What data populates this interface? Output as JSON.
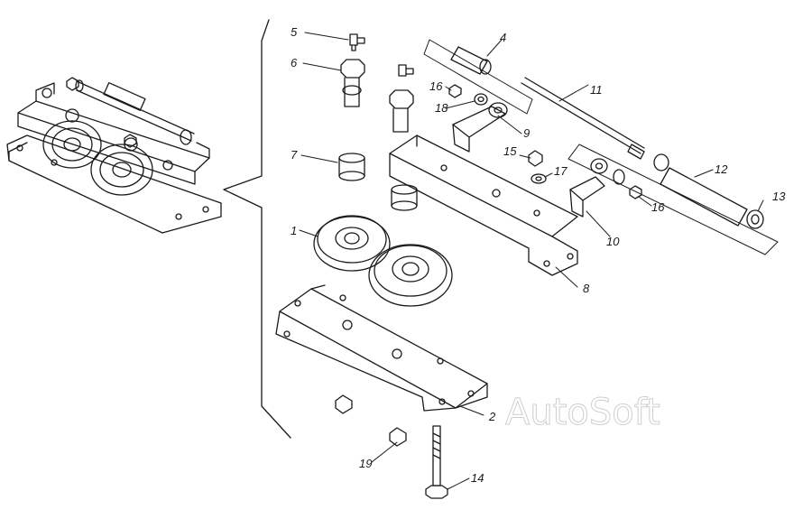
{
  "watermark": "AutoSoft",
  "colors": {
    "line": "#1a1a1a",
    "paper": "#ffffff",
    "watermark": "#cfcfcf"
  },
  "callouts": [
    {
      "id": "c1",
      "label": "1"
    },
    {
      "id": "c2",
      "label": "2"
    },
    {
      "id": "c4",
      "label": "4"
    },
    {
      "id": "c5",
      "label": "5"
    },
    {
      "id": "c6",
      "label": "6"
    },
    {
      "id": "c7",
      "label": "7"
    },
    {
      "id": "c8",
      "label": "8"
    },
    {
      "id": "c9",
      "label": "9"
    },
    {
      "id": "c10",
      "label": "10"
    },
    {
      "id": "c11",
      "label": "11"
    },
    {
      "id": "c12",
      "label": "12"
    },
    {
      "id": "c13",
      "label": "13"
    },
    {
      "id": "c14",
      "label": "14"
    },
    {
      "id": "c15",
      "label": "15"
    },
    {
      "id": "c16a",
      "label": "16"
    },
    {
      "id": "c16b",
      "label": "16"
    },
    {
      "id": "c17",
      "label": "17"
    },
    {
      "id": "c18",
      "label": "18"
    },
    {
      "id": "c19",
      "label": "19"
    }
  ]
}
